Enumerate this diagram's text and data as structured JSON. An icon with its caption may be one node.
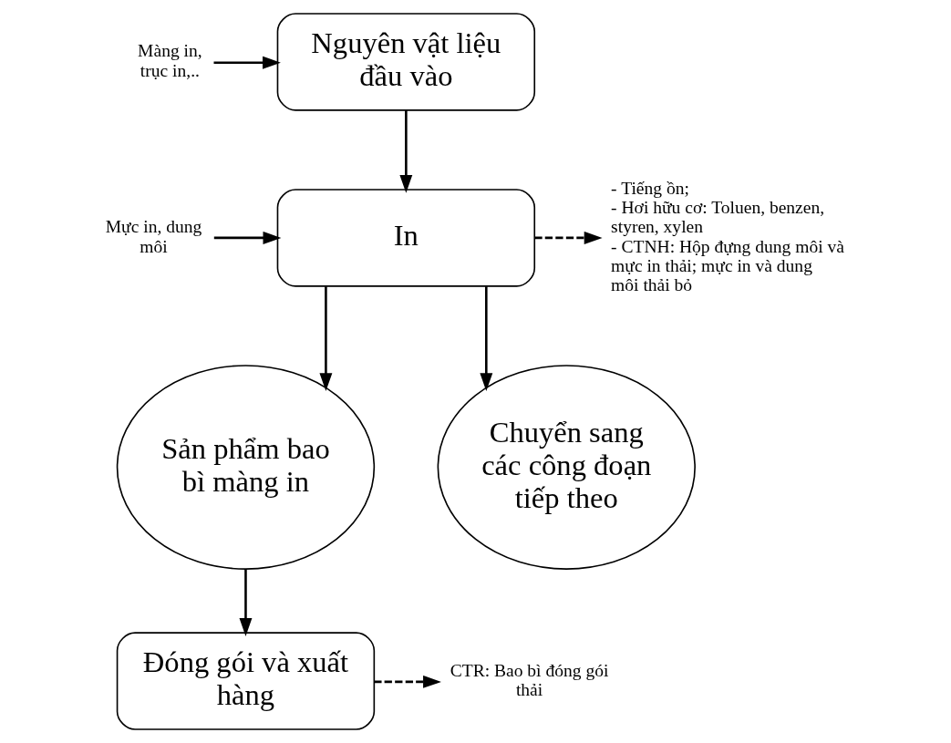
{
  "diagram": {
    "nodes": [
      {
        "text": [
          "Màng in, trục in,.."
        ]
      },
      {
        "text": [
          "Nguyên vật liệu đầu vào"
        ]
      },
      {
        "text": [
          "Mực in, dung môi"
        ]
      },
      {
        "text": [
          "In"
        ]
      },
      {
        "text": [
          "- Tiếng ồn;",
          "- Hơi hữu cơ: Toluen, benzen, styren, xylen",
          "- CTNH: Hộp đựng dung môi và mực in thải; mực in và dung môi thải bỏ"
        ]
      },
      {
        "text": [
          "Sản phẩm bao bì màng in"
        ]
      },
      {
        "text": [
          "Chuyển sang các công đoạn tiếp theo"
        ]
      },
      {
        "text": [
          "Đóng gói và xuất hàng"
        ]
      },
      {
        "text": [
          "CTR: Bao bì đóng gói thải"
        ]
      }
    ],
    "edges": [
      {
        "from": 0,
        "to": 1,
        "arrow": "to"
      },
      {
        "from": 1,
        "to": 3,
        "arrow": "to"
      },
      {
        "from": 2,
        "to": 3,
        "arrow": "to"
      },
      {
        "from": 3,
        "to": 4,
        "arrow": "to",
        "style": "dashed"
      },
      {
        "from": 3,
        "to": 5,
        "arrow": "to"
      },
      {
        "from": 3,
        "to": 6,
        "arrow": "to"
      },
      {
        "from": 5,
        "to": 7,
        "arrow": "to"
      },
      {
        "from": 7,
        "to": 8,
        "arrow": "to",
        "style": "dashed"
      }
    ]
  }
}
